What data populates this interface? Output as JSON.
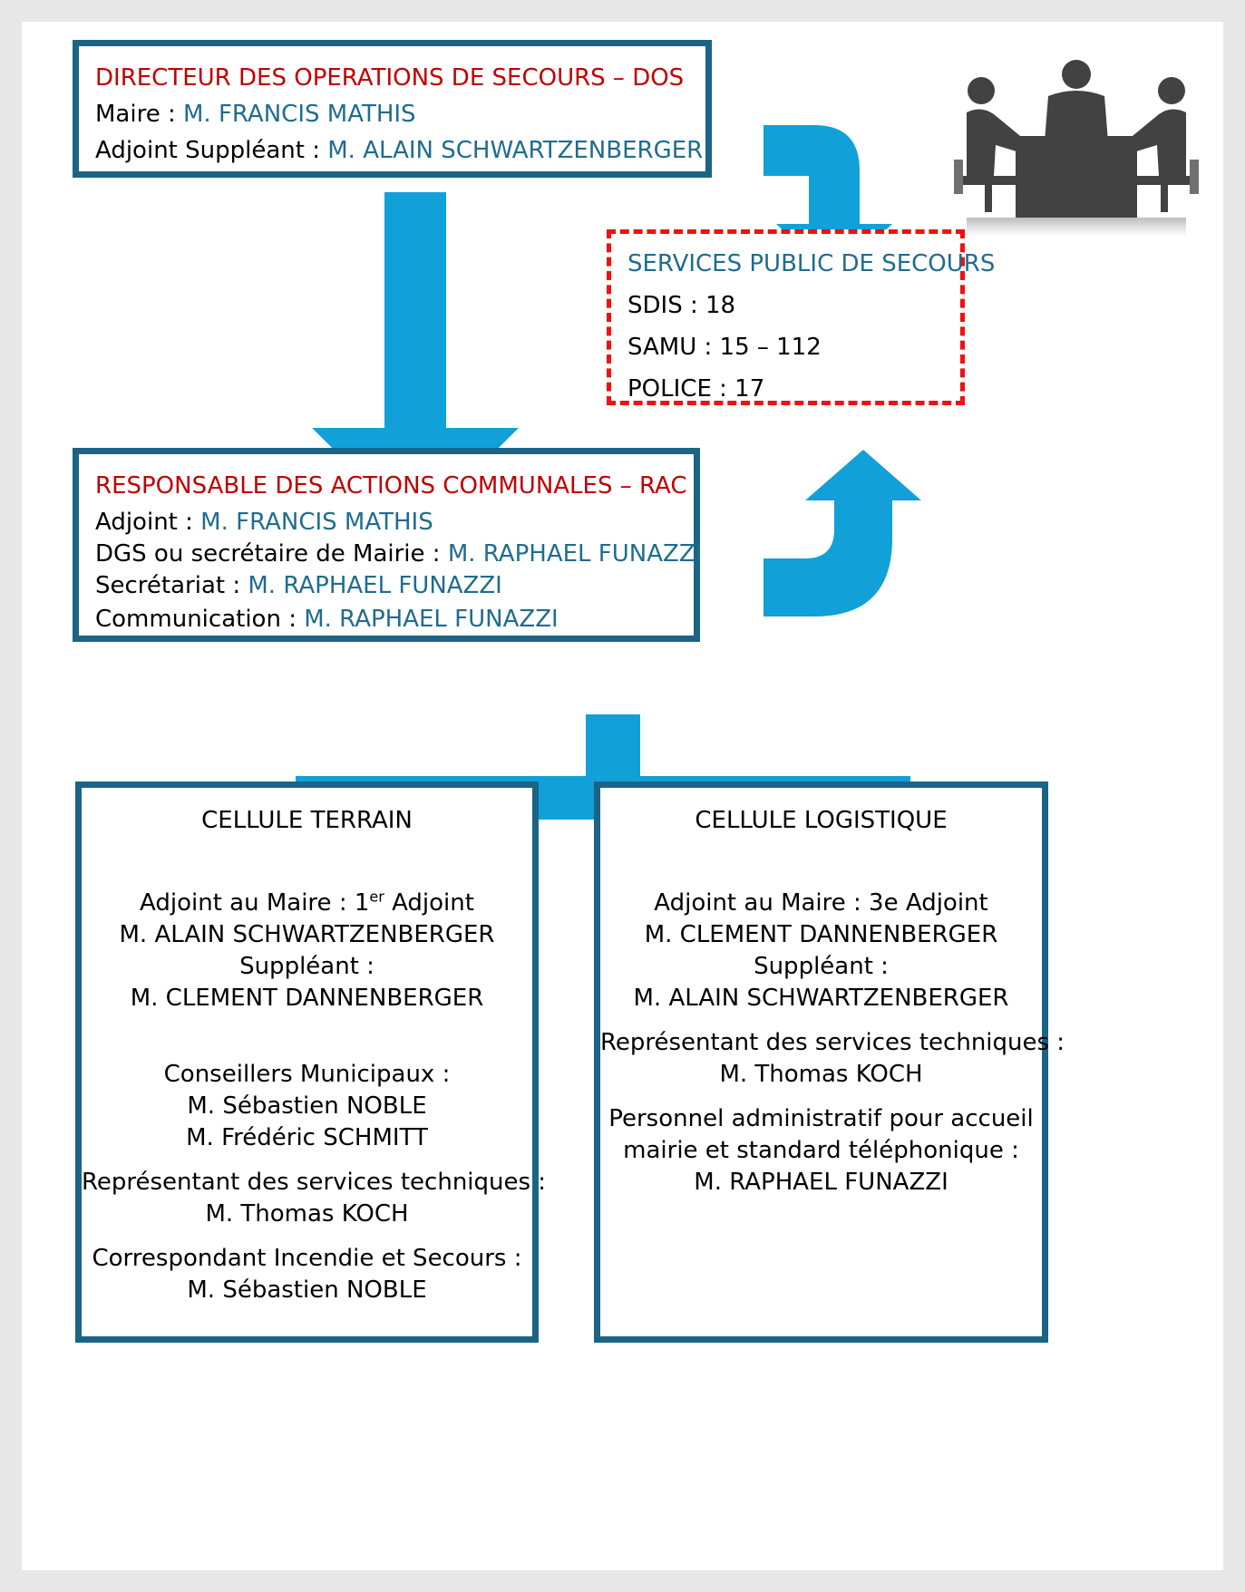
{
  "dos": {
    "title": "DIRECTEUR DES OPERATIONS DE SECOURS – DOS",
    "maire_label": "Maire : ",
    "maire_name": "M. FRANCIS MATHIS",
    "supp_label": "Adjoint Suppléant : ",
    "supp_name": "M. ALAIN SCHWARTZENBERGER"
  },
  "services": {
    "title": "SERVICES PUBLIC DE SECOURS",
    "lines": [
      "SDIS : 18",
      "SAMU : 15 – 112",
      "POLICE :  17"
    ]
  },
  "rac": {
    "title": "RESPONSABLE DES ACTIONS COMMUNALES – RAC",
    "rows": [
      {
        "label": "Adjoint : ",
        "name": "M. FRANCIS MATHIS"
      },
      {
        "label": "DGS ou secrétaire de Mairie : ",
        "name": "M. RAPHAEL FUNAZZI"
      },
      {
        "label": "Secrétariat : ",
        "name": "M. RAPHAEL FUNAZZI"
      },
      {
        "label": "Communication : ",
        "name": "M. RAPHAEL FUNAZZI"
      }
    ]
  },
  "terrain": {
    "title": "CELLULE TERRAIN",
    "adjoint_label": "Adjoint au Maire : 1",
    "adjoint_sup": "er",
    "adjoint_suffix": " Adjoint",
    "adjoint_name": "M. ALAIN SCHWARTZENBERGER",
    "suppleant_label": "Suppléant :",
    "suppleant_name": "M. CLEMENT DANNENBERGER",
    "conseillers_label": "Conseillers Municipaux :",
    "conseillers": [
      "M. Sébastien NOBLE",
      "M. Frédéric SCHMITT"
    ],
    "tech_label": "Représentant des services techniques :",
    "tech_name": "M. Thomas KOCH",
    "incendie_label": "Correspondant Incendie et Secours :",
    "incendie_name": "M. Sébastien NOBLE"
  },
  "logistique": {
    "title": "CELLULE LOGISTIQUE",
    "adjoint_label": "Adjoint au Maire : 3e Adjoint",
    "adjoint_name": "M. CLEMENT DANNENBERGER",
    "suppleant_label": "Suppléant :",
    "suppleant_name": "M. ALAIN SCHWARTZENBERGER",
    "tech_label": "Représentant des services techniques :",
    "tech_name": "M. Thomas KOCH",
    "perso_label_1": "Personnel administratif pour accueil",
    "perso_label_2": "mairie et standard téléphonique :",
    "perso_name": "M. RAPHAEL FUNAZZI"
  },
  "icons": {
    "meeting": "meeting-icon"
  },
  "colors": {
    "arrow": "#11a0d8",
    "border": "#1a6585",
    "red": "#c00000",
    "blue": "#1f6c8f",
    "dashed": "#ee1111"
  }
}
